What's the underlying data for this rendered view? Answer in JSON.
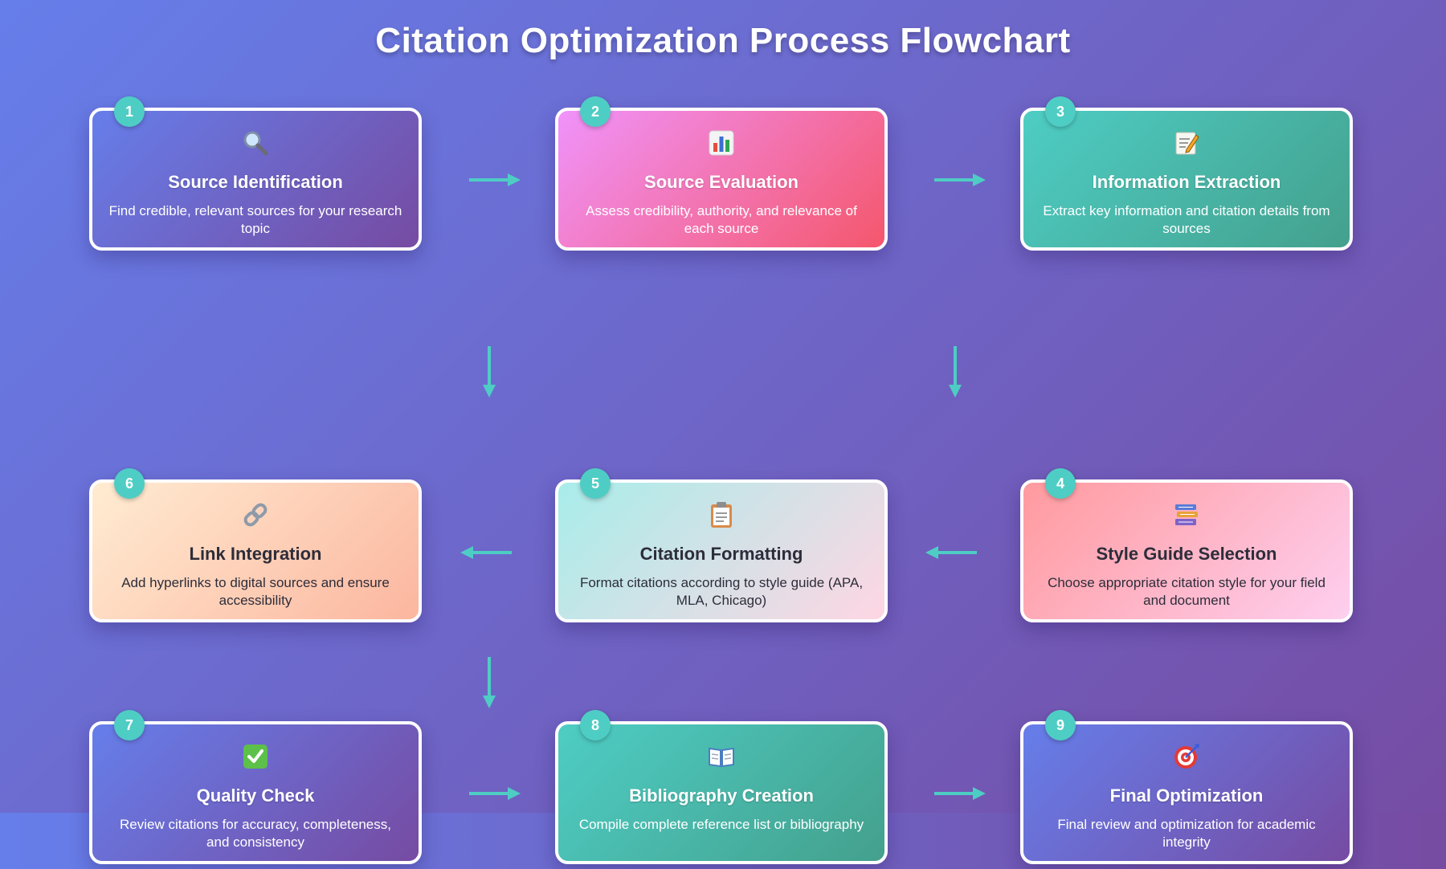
{
  "title": "Citation Optimization Process Flowchart",
  "steps": [
    {
      "number": "1",
      "title": "Source Identification",
      "description": "Find credible, relevant sources for your research topic",
      "icon": "magnifier-icon"
    },
    {
      "number": "2",
      "title": "Source Evaluation",
      "description": "Assess credibility, authority, and relevance of each source",
      "icon": "bar-chart-icon"
    },
    {
      "number": "3",
      "title": "Information Extraction",
      "description": "Extract key information and citation details from sources",
      "icon": "memo-icon"
    },
    {
      "number": "4",
      "title": "Style Guide Selection",
      "description": "Choose appropriate citation style for your field and document",
      "icon": "books-icon"
    },
    {
      "number": "5",
      "title": "Citation Formatting",
      "description": "Format citations according to style guide (APA, MLA, Chicago)",
      "icon": "clipboard-icon"
    },
    {
      "number": "6",
      "title": "Link Integration",
      "description": "Add hyperlinks to digital sources and ensure accessibility",
      "icon": "link-icon"
    },
    {
      "number": "7",
      "title": "Quality Check",
      "description": "Review citations for accuracy, completeness, and consistency",
      "icon": "check-icon"
    },
    {
      "number": "8",
      "title": "Bibliography Creation",
      "description": "Compile complete reference list or bibliography",
      "icon": "open-book-icon"
    },
    {
      "number": "9",
      "title": "Final Optimization",
      "description": "Final review and optimization for academic integrity",
      "icon": "target-icon"
    }
  ],
  "colors": {
    "accent": "#4ecdc4",
    "background_start": "#667eea",
    "background_end": "#764ba2"
  }
}
